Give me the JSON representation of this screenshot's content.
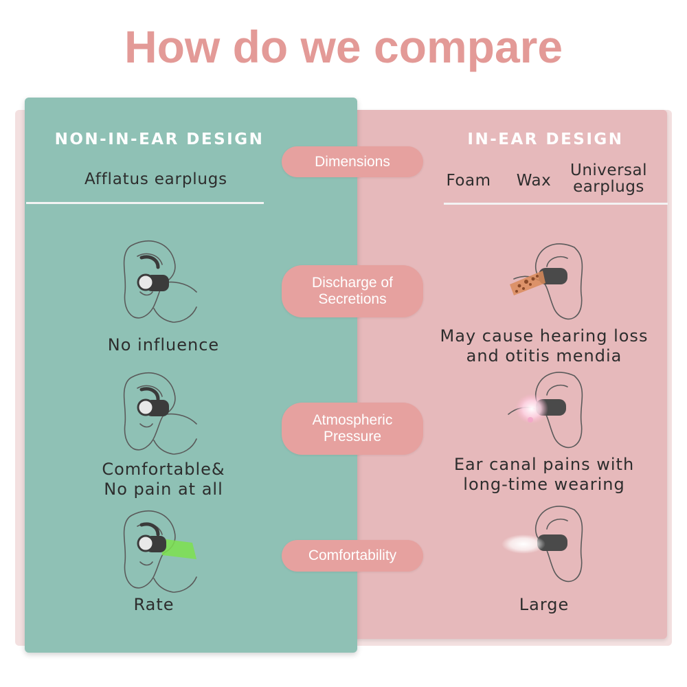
{
  "title": "How do we compare",
  "left": {
    "heading": "NON-IN-EAR DESIGN",
    "subheading": "Afflatus earplugs",
    "results": [
      "No influence",
      "Comfortable&\nNo pain at all",
      "Rate"
    ]
  },
  "right": {
    "heading": "IN-EAR DESIGN",
    "columns": [
      "Foam",
      "Wax",
      "Universal\nearplugs"
    ],
    "results": [
      "May cause hearing loss\nand otitis mendia",
      "Ear canal pains with\nlong-time wearing",
      "Large"
    ]
  },
  "criteria": [
    "Dimensions",
    "Discharge of\nSecretions",
    "Atmospheric\nPressure",
    "Comfortability"
  ],
  "colors": {
    "title": "#e39a97",
    "left_panel": "#8fc1b5",
    "right_panel": "#e6b9bb",
    "pill": "#e6a19f",
    "noise_band": "#7ee04f"
  },
  "icons": {
    "left": [
      "ear-with-afflatus-earplug-icon",
      "ear-with-afflatus-earplug-icon",
      "ear-with-afflatus-earplug-sound-icon"
    ],
    "right": [
      "ear-with-inserted-earplug-wax-icon",
      "ear-with-inserted-earplug-pain-icon",
      "ear-with-inserted-earplug-glow-icon"
    ]
  }
}
